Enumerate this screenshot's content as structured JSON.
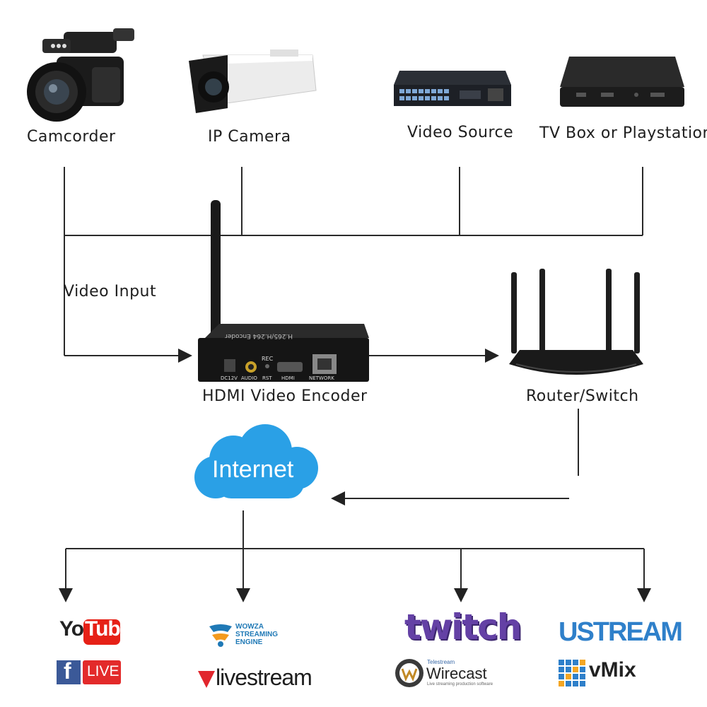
{
  "sources": [
    {
      "name": "Camcorder"
    },
    {
      "name": "IP Camera"
    },
    {
      "name": "Video Source"
    },
    {
      "name": "TV Box or Playstation"
    }
  ],
  "labels": {
    "video_input": "Video Input",
    "encoder": "HDMI Video Encoder",
    "router": "Router/Switch",
    "internet": "Internet"
  },
  "encoder_panel": {
    "model": "H.265/H.264 Encoder",
    "ports": [
      "DC12V",
      "AUDIO",
      "RST",
      "HDMI",
      "NETWORK"
    ],
    "rec": "REC"
  },
  "platforms": {
    "youtube_you": "You",
    "youtube_tube": "Tube",
    "facebook_f": "f",
    "facebook_live": "LIVE",
    "wowza_1": "WOWZA",
    "wowza_2": "STREAMING",
    "wowza_3": "ENGINE",
    "livestream": "livestream",
    "twitch": "twitch",
    "wirecast_brand": "Telestream",
    "wirecast": "Wirecast",
    "wirecast_sub": "Live streaming production software",
    "ustream": "USTREAM",
    "vmix": "vMix"
  },
  "colors": {
    "youtube_red": "#e62117",
    "facebook_blue": "#3b5998",
    "live_red": "#e32a2a",
    "wowza_blue": "#1f79b6",
    "livestream_red": "#e1262d",
    "twitch_purple": "#6441a5",
    "ustream_blue": "#2f80ca",
    "cloud_blue": "#2aa0e6"
  }
}
